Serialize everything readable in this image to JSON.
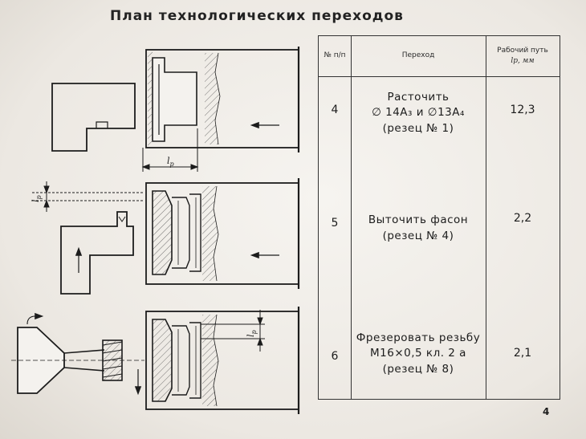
{
  "title": "План технологических переходов",
  "table": {
    "headers": {
      "number": "№ п/п",
      "operation": "Переход",
      "path_line1": "Рабочий путь",
      "path_line2": "lр, мм"
    },
    "rows": [
      {
        "number": "4",
        "lines": [
          "Расточить",
          "∅ 14А₃ и ∅13А₄",
          "(резец № 1)"
        ],
        "path": "12,3"
      },
      {
        "number": "5",
        "lines": [
          "Выточить фасон",
          "(резец № 4)"
        ],
        "path": "2,2"
      },
      {
        "number": "6",
        "lines": [
          "Фрезеровать резьбу",
          "М16×0,5 кл. 2 а",
          "(резец № 8)"
        ],
        "path": "2,1"
      }
    ]
  },
  "drawing": {
    "dim_label_l": "l",
    "dim_label_p": "р"
  },
  "page_number": "4",
  "colors": {
    "background": "#f1eee9",
    "ink": "#1c1c1c"
  }
}
